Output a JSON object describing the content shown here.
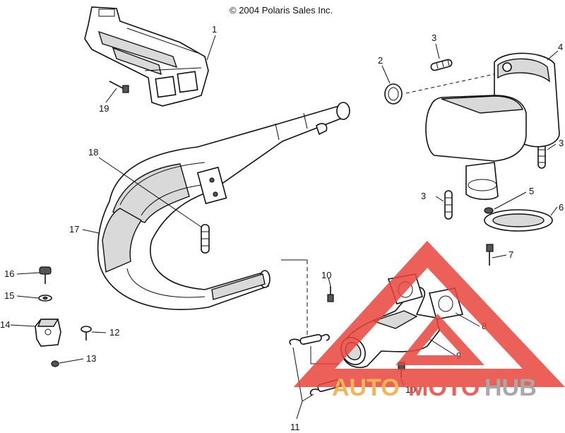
{
  "copyright": "© 2004 Polaris Sales Inc.",
  "callouts": {
    "c1": "1",
    "c2": "2",
    "c3a": "3",
    "c3b": "3",
    "c3c": "3",
    "c4": "4",
    "c5": "5",
    "c6": "6",
    "c7": "7",
    "c8": "8",
    "c9": "9",
    "c10a": "10",
    "c10b": "10",
    "c11": "11",
    "c12": "12",
    "c13": "13",
    "c14": "14",
    "c15": "15",
    "c16": "16",
    "c17": "17",
    "c18": "18",
    "c19": "19"
  },
  "watermark": {
    "auto": "AUTO",
    "moto": "MOTO",
    "hub": "HUB",
    "orange": "#f4a93a",
    "red": "#e8453c",
    "grey": "#9a9a9a"
  }
}
